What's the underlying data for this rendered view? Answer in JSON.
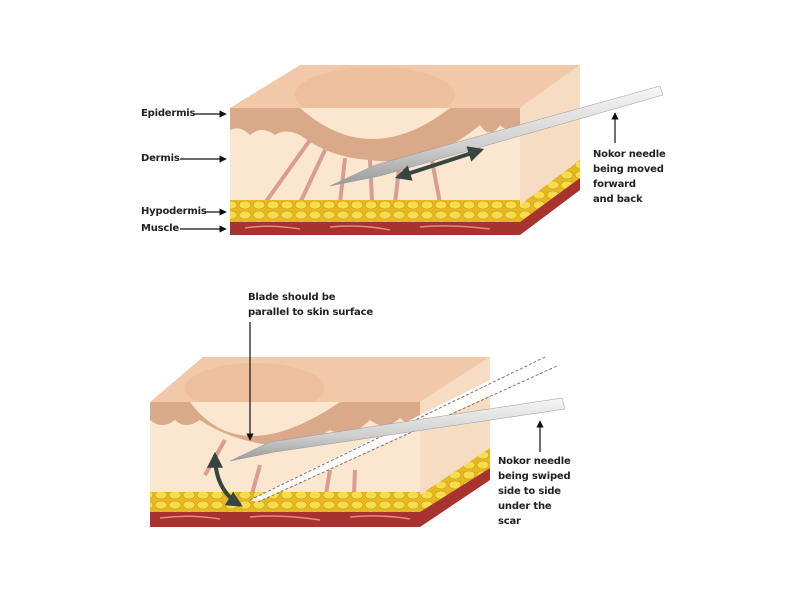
{
  "top_panel": {
    "layer_labels": [
      "Epidermis",
      "Dermis",
      "Hypodermis",
      "Muscle"
    ],
    "needle_caption": [
      "Nokor needle",
      "being moved",
      "forward",
      "and back"
    ]
  },
  "bottom_panel": {
    "blade_caption": [
      "Blade should be",
      "parallel to skin surface"
    ],
    "needle_caption": [
      "Nokor needle",
      "being swiped",
      "side to side",
      "under the",
      "scar"
    ]
  },
  "colors": {
    "skin_top": "#f2c9a8",
    "epidermis": "#d9a98a",
    "dermis": "#fbe6cf",
    "fat": "#f2d23a",
    "muscle": "#a8322e",
    "needle": "#d8d8d8",
    "arrow": "#36453f"
  }
}
